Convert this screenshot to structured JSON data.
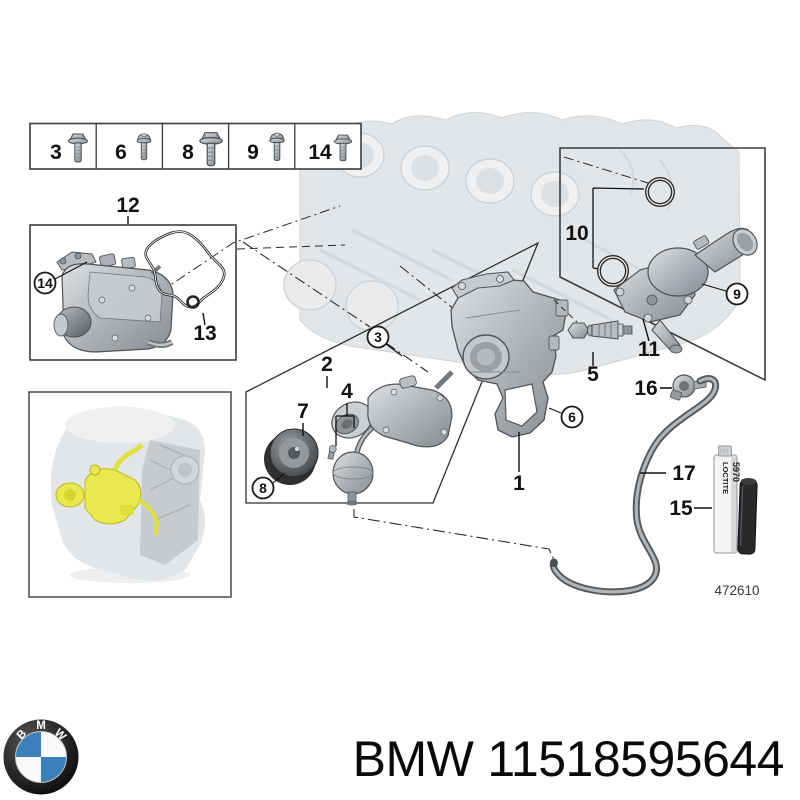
{
  "legend": {
    "items": [
      "3",
      "6",
      "8",
      "9",
      "14"
    ]
  },
  "callouts": {
    "n1": "1",
    "n2": "2",
    "n3": "3",
    "n4": "4",
    "n5": "5",
    "n6": "6",
    "n7": "7",
    "n8": "8",
    "n9": "9",
    "n10": "10",
    "n11": "11",
    "n12": "12",
    "n13": "13",
    "n14": "14",
    "n15": "15",
    "n16": "16",
    "n17": "17"
  },
  "diagram_number": "472610",
  "consumable": {
    "brand": "LOCTITE",
    "code": "5970"
  },
  "footer": {
    "brand": "BMW",
    "part_number": "11518595644",
    "logo_letters": [
      "B",
      "M",
      "W"
    ]
  },
  "colors": {
    "bmw_blue": "#3b80ba",
    "highlight_yellow": "#e9e94f"
  }
}
